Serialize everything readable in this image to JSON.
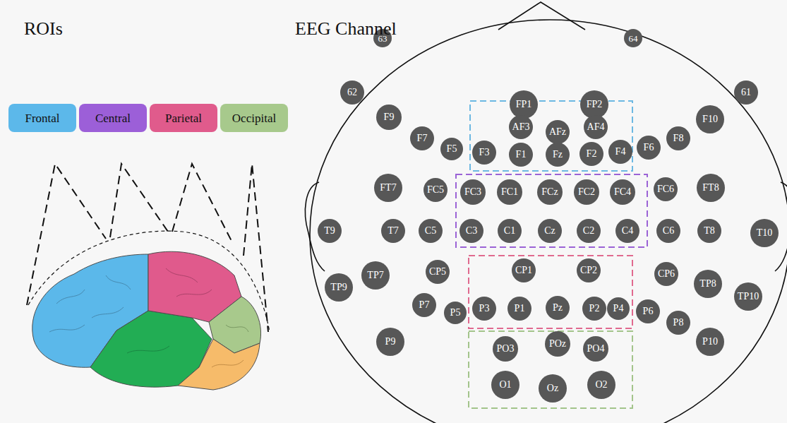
{
  "diagram": {
    "nodes": [
      {
        "text": [
          "Frontal"
        ]
      },
      {
        "text": [
          "Central"
        ]
      },
      {
        "text": [
          "Parietal"
        ]
      },
      {
        "text": [
          "Occipital"
        ]
      },
      {
        "text": [
          "63"
        ]
      },
      {
        "text": [
          "64"
        ]
      },
      {
        "text": [
          "62"
        ]
      },
      {
        "text": [
          "FP1"
        ]
      },
      {
        "text": [
          "FP2"
        ]
      },
      {
        "text": [
          "61"
        ]
      },
      {
        "text": [
          "F9"
        ]
      },
      {
        "text": [
          "AF3"
        ]
      },
      {
        "text": [
          "AFz"
        ]
      },
      {
        "text": [
          "AF4"
        ]
      },
      {
        "text": [
          "F10"
        ]
      },
      {
        "text": [
          "F7"
        ]
      },
      {
        "text": [
          "F8"
        ]
      },
      {
        "text": [
          "F5"
        ]
      },
      {
        "text": [
          "F3"
        ]
      },
      {
        "text": [
          "F1"
        ]
      },
      {
        "text": [
          "Fz"
        ]
      },
      {
        "text": [
          "F2"
        ]
      },
      {
        "text": [
          "F4"
        ]
      },
      {
        "text": [
          "F6"
        ]
      },
      {
        "text": [
          "FT7"
        ]
      },
      {
        "text": [
          "FC5"
        ]
      },
      {
        "text": [
          "FC3"
        ]
      },
      {
        "text": [
          "FC1"
        ]
      },
      {
        "text": [
          "FCz"
        ]
      },
      {
        "text": [
          "FC2"
        ]
      },
      {
        "text": [
          "FC4"
        ]
      },
      {
        "text": [
          "FC6"
        ]
      },
      {
        "text": [
          "FT8"
        ]
      },
      {
        "text": [
          "T9"
        ]
      },
      {
        "text": [
          "T7"
        ]
      },
      {
        "text": [
          "C5"
        ]
      },
      {
        "text": [
          "C3"
        ]
      },
      {
        "text": [
          "C1"
        ]
      },
      {
        "text": [
          "Cz"
        ]
      },
      {
        "text": [
          "C2"
        ]
      },
      {
        "text": [
          "C4"
        ]
      },
      {
        "text": [
          "C6"
        ]
      },
      {
        "text": [
          "T8"
        ]
      },
      {
        "text": [
          "T10"
        ]
      },
      {
        "text": [
          "TP9"
        ]
      },
      {
        "text": [
          "TP7"
        ]
      },
      {
        "text": [
          "CP5"
        ]
      },
      {
        "text": [
          "CP1"
        ]
      },
      {
        "text": [
          "CP2"
        ]
      },
      {
        "text": [
          "CP6"
        ]
      },
      {
        "text": [
          "TP8"
        ]
      },
      {
        "text": [
          "TP10"
        ]
      },
      {
        "text": [
          "P7"
        ]
      },
      {
        "text": [
          "P5"
        ]
      },
      {
        "text": [
          "P3"
        ]
      },
      {
        "text": [
          "P1"
        ]
      },
      {
        "text": [
          "Pz"
        ]
      },
      {
        "text": [
          "P2"
        ]
      },
      {
        "text": [
          "P4"
        ]
      },
      {
        "text": [
          "P6"
        ]
      },
      {
        "text": [
          "P8"
        ]
      },
      {
        "text": [
          "P9"
        ]
      },
      {
        "text": [
          "P10"
        ]
      },
      {
        "text": [
          "PO3"
        ]
      },
      {
        "text": [
          "POz"
        ]
      },
      {
        "text": [
          "PO4"
        ]
      },
      {
        "text": [
          "O1"
        ]
      },
      {
        "text": [
          "Oz"
        ]
      },
      {
        "text": [
          "O2"
        ]
      }
    ],
    "labels": [
      "ROIs",
      "EEG Channel"
    ]
  }
}
